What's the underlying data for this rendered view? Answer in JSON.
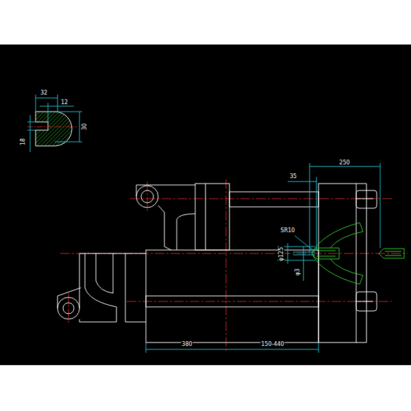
{
  "diagram": {
    "labels": [
      "32",
      "12",
      "30",
      "18",
      "250",
      "35",
      "SR10",
      "φ125",
      "φ3",
      "380",
      "150-440"
    ]
  }
}
